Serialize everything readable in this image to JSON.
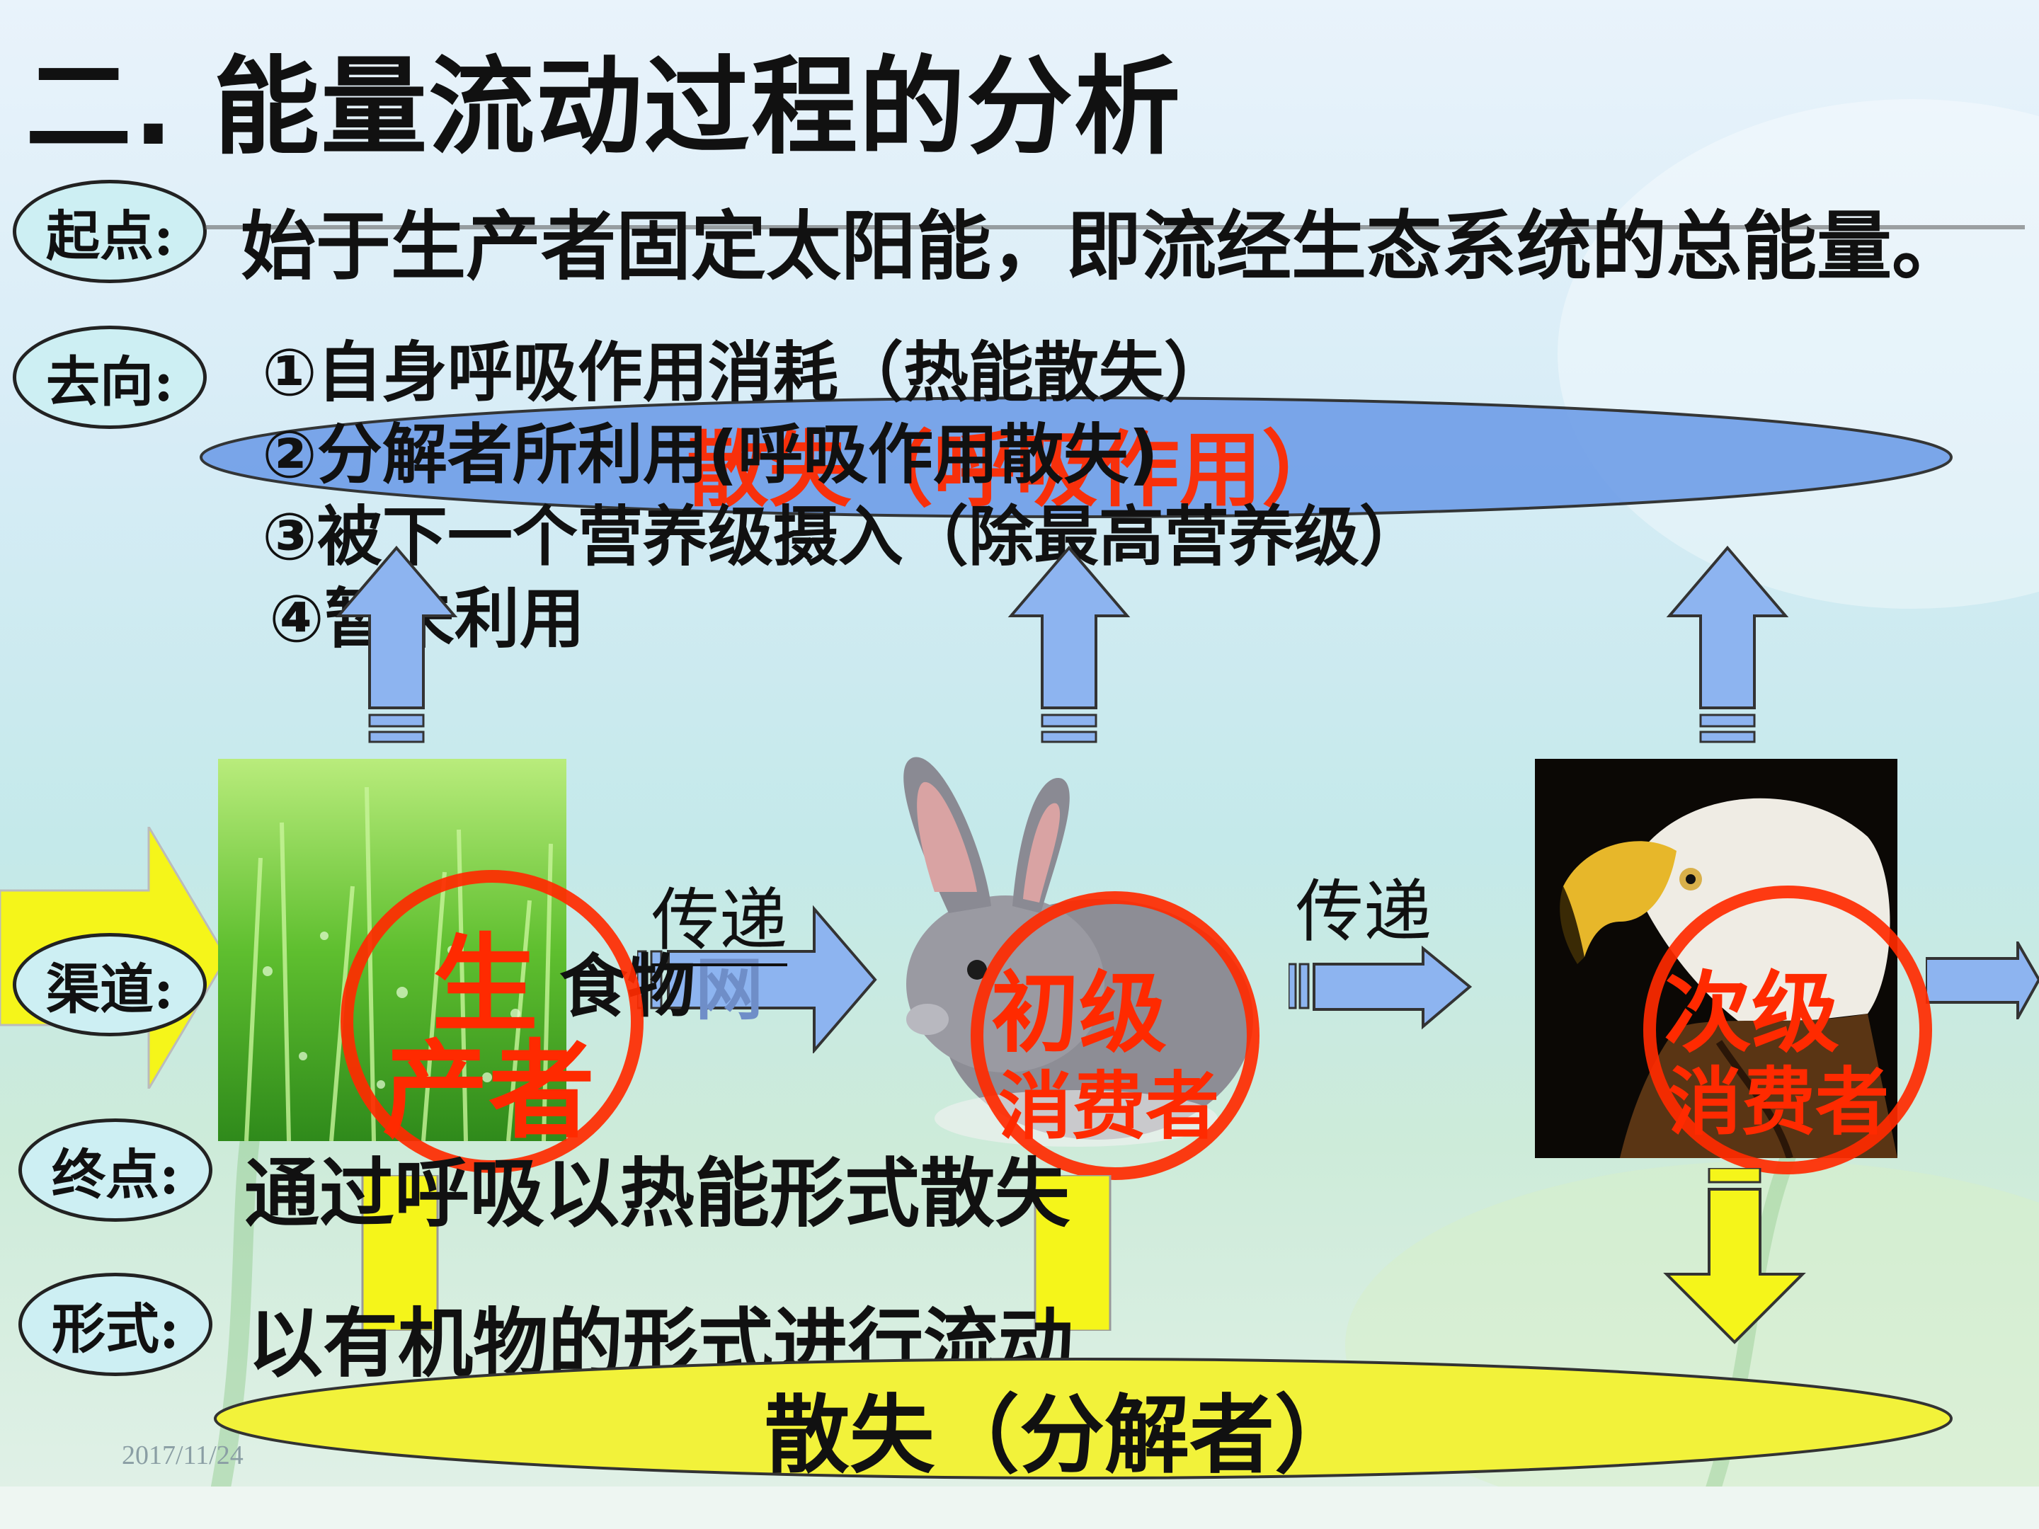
{
  "title": "二. 能量流动过程的分析",
  "labels": {
    "start": "起点:",
    "direction": "去向:",
    "channel": "渠道:",
    "end": "终点:",
    "form": "形式:"
  },
  "start_text": "始于生产者固定太阳能，即流经生态系统的总能量。",
  "directions": [
    "①自身呼吸作用消耗（热能散失）",
    "②分解者所利用(呼吸作用散失)",
    "③被下一个营养级摄入（除最高营养级）",
    "④暂未利用"
  ],
  "top_ellipse_text": "散失（呼吸作用）",
  "bottom_ellipse_text": "散失（分解者）",
  "channel_text": "食物",
  "channel_text2": "网",
  "transfer_label": "传递",
  "stamps": {
    "producer_line1": "生",
    "producer_line2": "产者",
    "primary_line1": "初级",
    "primary_line2": "消费者",
    "secondary_line1": "次级",
    "secondary_line2": "消费者"
  },
  "end_text": "通过呼吸以热能形式散失",
  "form_text": "以有机物的形式进行流动",
  "date": "2017/11/24",
  "colors": {
    "arrow_blue": "#8db4f0",
    "arrow_yellow": "#f5f51a",
    "stamp_red": "#ff2a00",
    "ellipse_blue": "#6f9ee8",
    "ellipse_yellow": "#f2f23a",
    "label_bg": "#cdeff3"
  },
  "icons": [
    "grass-image",
    "rabbit-image",
    "eagle-image",
    "up-arrow-icon",
    "down-arrow-icon",
    "right-arrow-icon"
  ]
}
